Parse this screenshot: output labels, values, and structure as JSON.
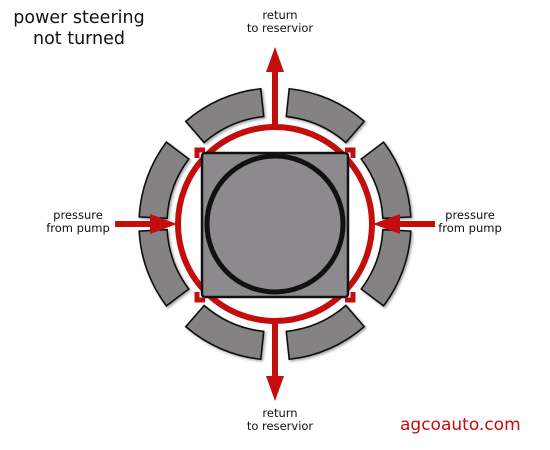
{
  "title": {
    "line1": "power steering",
    "line2": "not turned"
  },
  "labels": {
    "top": {
      "line1": "return",
      "line2": "to reservior"
    },
    "bottom": {
      "line1": "return",
      "line2": "to reservior"
    },
    "left": {
      "line1": "pressure",
      "line2": "from pump"
    },
    "right": {
      "line1": "pressure",
      "line2": "from pump"
    }
  },
  "watermark": "agcoauto.com",
  "colors": {
    "flow_red": "#c40d0d",
    "segment_gray": "#848282",
    "block_gray": "#8c8a8c",
    "outline_black": "#111111"
  }
}
